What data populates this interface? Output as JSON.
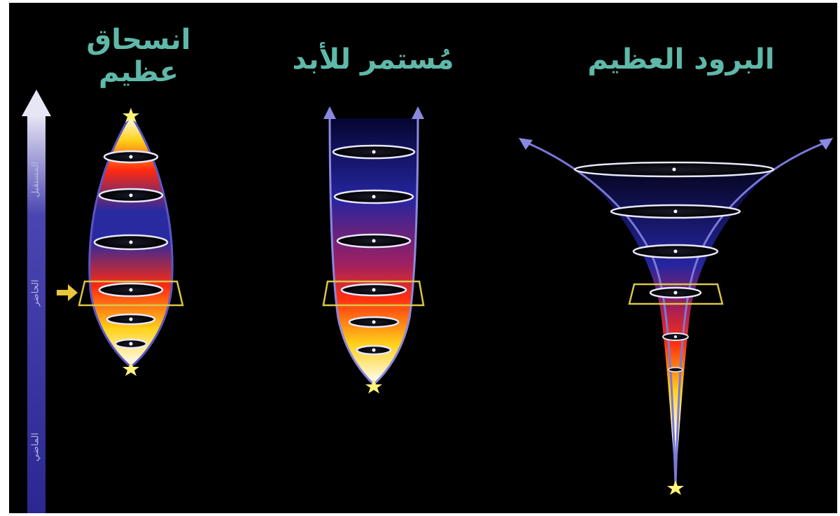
{
  "titles": {
    "big_crunch": "انسحاق عظيم",
    "forever": "مُستمر للأبد",
    "big_freeze": "البرود العظيم"
  },
  "time_axis": {
    "future": "المستقبل",
    "present": "الحاضر",
    "past": "الماضي"
  },
  "colors": {
    "title": "#5fb8a8",
    "axis": "#4a45b0",
    "present_frame": "#d9c646",
    "star": "#fff27a",
    "gradient_hot": "#ff2a10",
    "gradient_warm": "#ffd21a",
    "gradient_cool": "#2a2aa0"
  }
}
